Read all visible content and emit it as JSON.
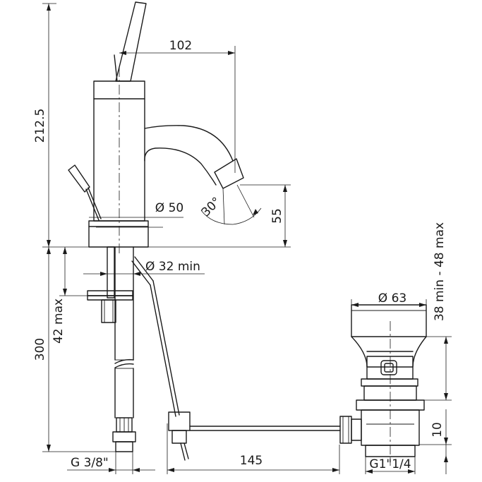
{
  "dimensions": {
    "spout_reach": "102",
    "total_height": "212.5",
    "body_diameter": "Ø 50",
    "spout_angle": "30°",
    "spout_height": "55",
    "hole_diameter": "Ø 32 min",
    "deck_thickness": "42 max",
    "hose_length": "300",
    "inlet_thread": "G 3/8\"",
    "drain_diameter": "Ø 63",
    "drain_range": "38 min - 48 max",
    "rod_length": "145",
    "drain_offset": "10",
    "drain_thread": "G1\"1/4"
  }
}
